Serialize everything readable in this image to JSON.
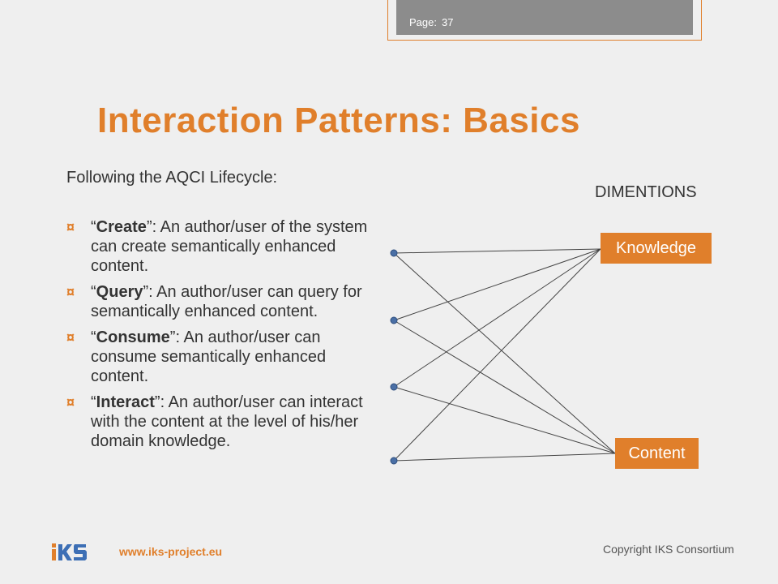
{
  "header": {
    "page_label": "Page:",
    "page_number": "37"
  },
  "title": "Interaction Patterns: Basics",
  "intro": "Following the AQCI Lifecycle:",
  "bullets": [
    {
      "term": "Create",
      "text": ": An author/user of the system can create semantically enhanced content."
    },
    {
      "term": "Query",
      "text": ": An author/user can query for semantically enhanced content."
    },
    {
      "term": "Consume",
      "text": ": An author/user can consume semantically enhanced content."
    },
    {
      "term": "Interact",
      "text": ": An author/user can interact with the content at the level of his/her domain knowledge."
    }
  ],
  "diagram": {
    "heading": "DIMENTIONS",
    "dimensions": [
      "Knowledge",
      "Content"
    ]
  },
  "footer": {
    "logo_text": "IKS",
    "url": "www.iks-project.eu",
    "copyright": "Copyright IKS Consortium"
  },
  "colors": {
    "accent": "#e07f2b",
    "dot": "#4a6fa5",
    "text": "#333333"
  }
}
